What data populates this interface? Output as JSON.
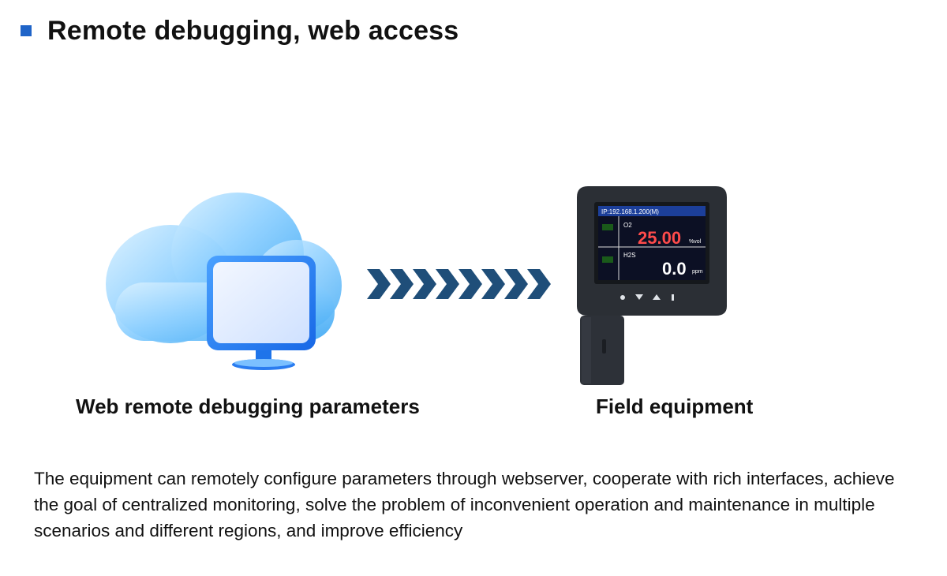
{
  "header": {
    "title": "Remote debugging, web access",
    "bullet_color": "#1f64c8"
  },
  "left_panel": {
    "caption": "Web remote debugging parameters",
    "icon": "cloud-monitor-icon"
  },
  "transition": {
    "icon": "arrow-chevrons-icon",
    "color": "#1f4e79"
  },
  "right_panel": {
    "caption": "Field equipment",
    "icon": "field-device-icon",
    "device_screen": {
      "ip_label": "IP:192.168.1.200(M)",
      "ch1_name": "O2",
      "ch1_value": "25.00",
      "ch1_unit": "%vol",
      "ch2_name": "H2S",
      "ch2_value": "0.0",
      "ch2_unit": "ppm"
    }
  },
  "description": "The equipment can remotely configure parameters through webserver, cooperate with rich interfaces, achieve the goal of centralized monitoring, solve the problem of inconvenient operation and maintenance in multiple scenarios and different regions, and improve efficiency"
}
